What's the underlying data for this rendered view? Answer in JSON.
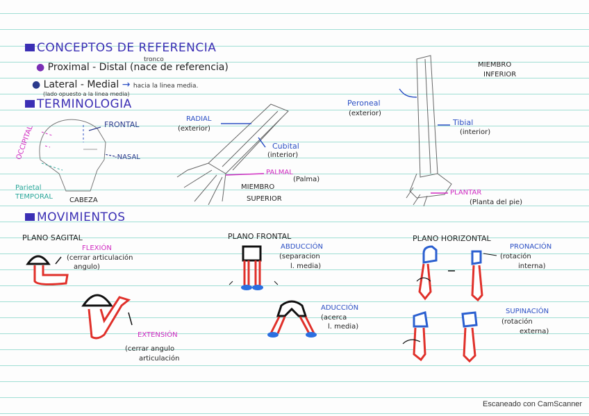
{
  "header": {
    "title": "CONCEPTOS DE REFERENCIA",
    "line1": "Proximal - Distal (nace de referencia)",
    "line1_note": "tronco",
    "line2": "Lateral - Medial",
    "line2_note": "hacia la linea media.",
    "line2_sub": "(lado opuesto a la linea media)"
  },
  "terminologia": {
    "title": "TERMINOLOGIA",
    "head": {
      "frontal": "FRONTAL",
      "occipital": "OCCIPITAL",
      "nasal": "-NASAL",
      "parietal": "Parietal",
      "temporal": "TEMPORAL",
      "cabeza": "CABEZA"
    },
    "arm": {
      "radial": "RADIAL",
      "radial_sub": "(exterior)",
      "cubital": "Cubital",
      "cubital_sub": "(interior)",
      "palmar": "PALMAL",
      "palmar_sub": "(Palma)",
      "miembro": "MIEMBRO",
      "superior": "SUPERIOR"
    },
    "leg": {
      "peroneal": "Peroneal",
      "peroneal_sub": "(exterior)",
      "tibial": "Tibial",
      "tibial_sub": "(interior)",
      "plantar": "PLANTAR",
      "plantar_sub": "(Planta del pie)",
      "miembro": "MIEMBRO",
      "inferior": "INFERIOR"
    }
  },
  "movimientos": {
    "title": "MOVIMIENTOS",
    "sagital": {
      "plane": "PLANO SAGITAL",
      "flexion": "FLEXIÓN",
      "flexion_l1": "(cerrar articulación",
      "flexion_l2": "angulo)",
      "extension": "EXTENSIÓN",
      "extension_l1": "(cerrar angulo",
      "extension_l2": "articulación"
    },
    "frontal": {
      "plane": "PLANO FRONTAL",
      "abduccion": "ABDUCCIÓN",
      "abduccion_l1": "(separacion",
      "abduccion_l2": "l. media)",
      "aduccion": "ADUCCIÓN",
      "aduccion_l1": "(acerca",
      "aduccion_l2": "l. media)"
    },
    "horizontal": {
      "plane": "PLANO HORIZONTAL",
      "pronacion": "PRONACIÓN",
      "pronacion_l1": "(rotación",
      "pronacion_l2": "interna)",
      "supinacion": "SUPINACIÓN",
      "supinacion_l1": "(rotación",
      "supinacion_l2": "externa)"
    }
  },
  "footer": {
    "watermark": "Escaneado con CamScanner"
  },
  "colors": {
    "heading": "#3b2fb4",
    "pink": "#d02ac1",
    "blue": "#2b4fc4",
    "red": "#e0302a",
    "line": "#9fded4"
  }
}
